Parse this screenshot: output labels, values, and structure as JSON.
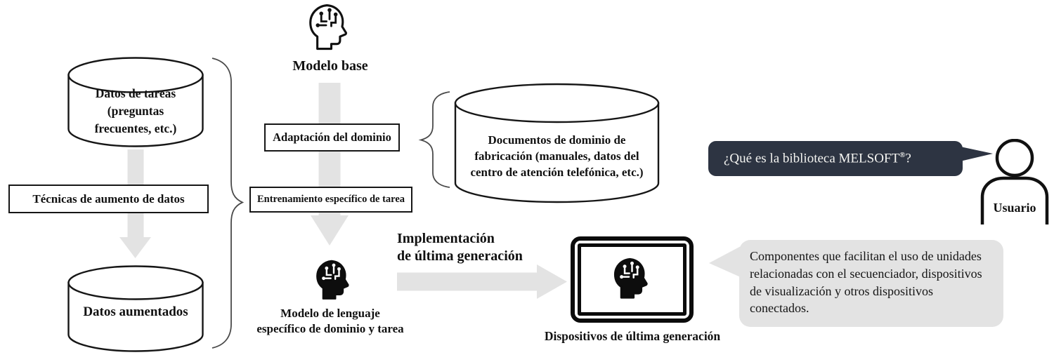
{
  "diagram": {
    "modelo_base": {
      "label": "Modelo base"
    },
    "cilindro_tareas": {
      "lines": [
        "Datos de tareas",
        "(preguntas",
        "frecuentes, etc.)"
      ]
    },
    "caja_tecnicas": {
      "label": "Técnicas de aumento de datos"
    },
    "cilindro_aumentados": {
      "label": "Datos aumentados"
    },
    "caja_adaptacion": {
      "label": "Adaptación del dominio"
    },
    "caja_entrenamiento": {
      "label": "Entrenamiento específico de tarea"
    },
    "cilindro_documentos": {
      "lines": [
        "Documentos de dominio de",
        "fabricación (manuales, datos del",
        "centro de atención telefónica, etc.)"
      ]
    },
    "modelo_lenguaje": {
      "lines": [
        "Modelo de lenguaje",
        "específico de dominio y tarea"
      ]
    },
    "implementacion": {
      "lines": [
        "Implementación",
        "de última generación"
      ]
    },
    "dispositivos": {
      "label": "Dispositivos de última generación"
    },
    "pregunta": {
      "prefix": "¿Qué es la biblioteca MELSOFT",
      "reg": "®",
      "suffix": "?"
    },
    "respuesta": {
      "text": "Componentes que facilitan el uso de unidades relacionadas con el secuenciador, dispositivos de visualización y otros dispositivos conectados."
    },
    "usuario": {
      "label": "Usuario"
    }
  },
  "colors": {
    "bubble_dark": "#2d3442",
    "bubble_gray": "#e3e3e3",
    "arrow_gray": "#e3e3e3",
    "ink": "#111111"
  },
  "icons": {
    "modelo_base": "brain-head-outline-icon",
    "modelo_lenguaje": "brain-head-solid-icon",
    "dispositivo": "monitor-brain-icon",
    "usuario": "user-icon"
  }
}
